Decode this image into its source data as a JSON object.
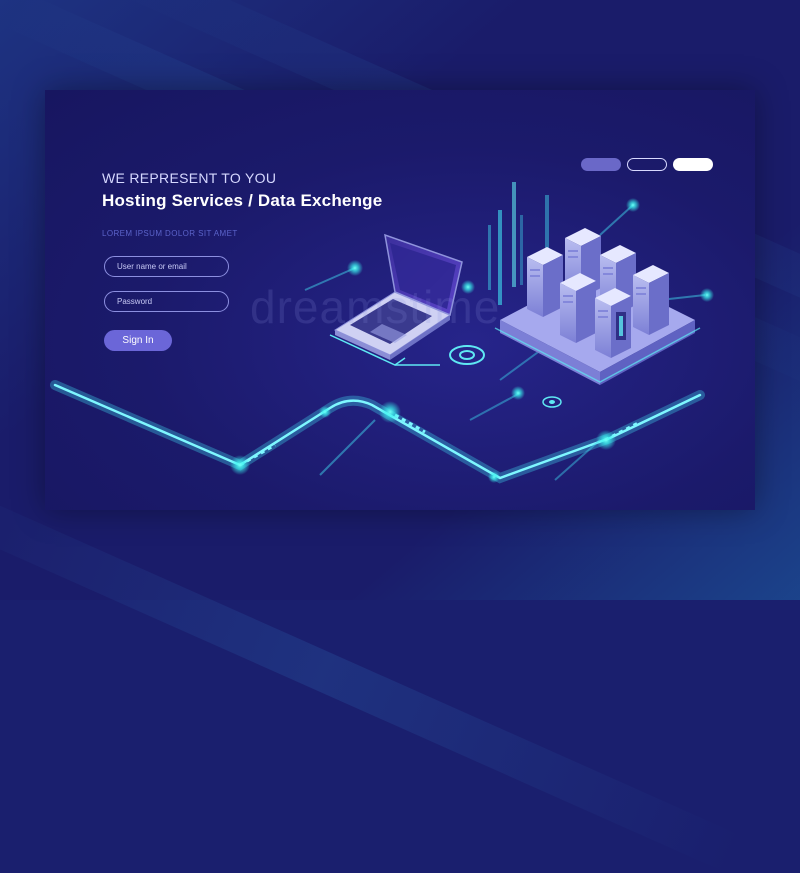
{
  "hero": {
    "eyebrow": "WE REPRESENT TO YOU",
    "title": "Hosting Services / Data Exchenge",
    "subtitle": "LOREM IPSUM DOLOR SIT AMET"
  },
  "login": {
    "username_placeholder": "User name or email",
    "password_placeholder": "Password",
    "signin_label": "Sign In"
  },
  "watermark": "dreamstime",
  "colors": {
    "background": "#1a1c6a",
    "panel": "#1b1a6b",
    "accent": "#6b66d8",
    "glow": "#39f3ef"
  },
  "illustration": {
    "laptop_icon": "laptop-icon",
    "server_icon": "server-rack-icon"
  }
}
